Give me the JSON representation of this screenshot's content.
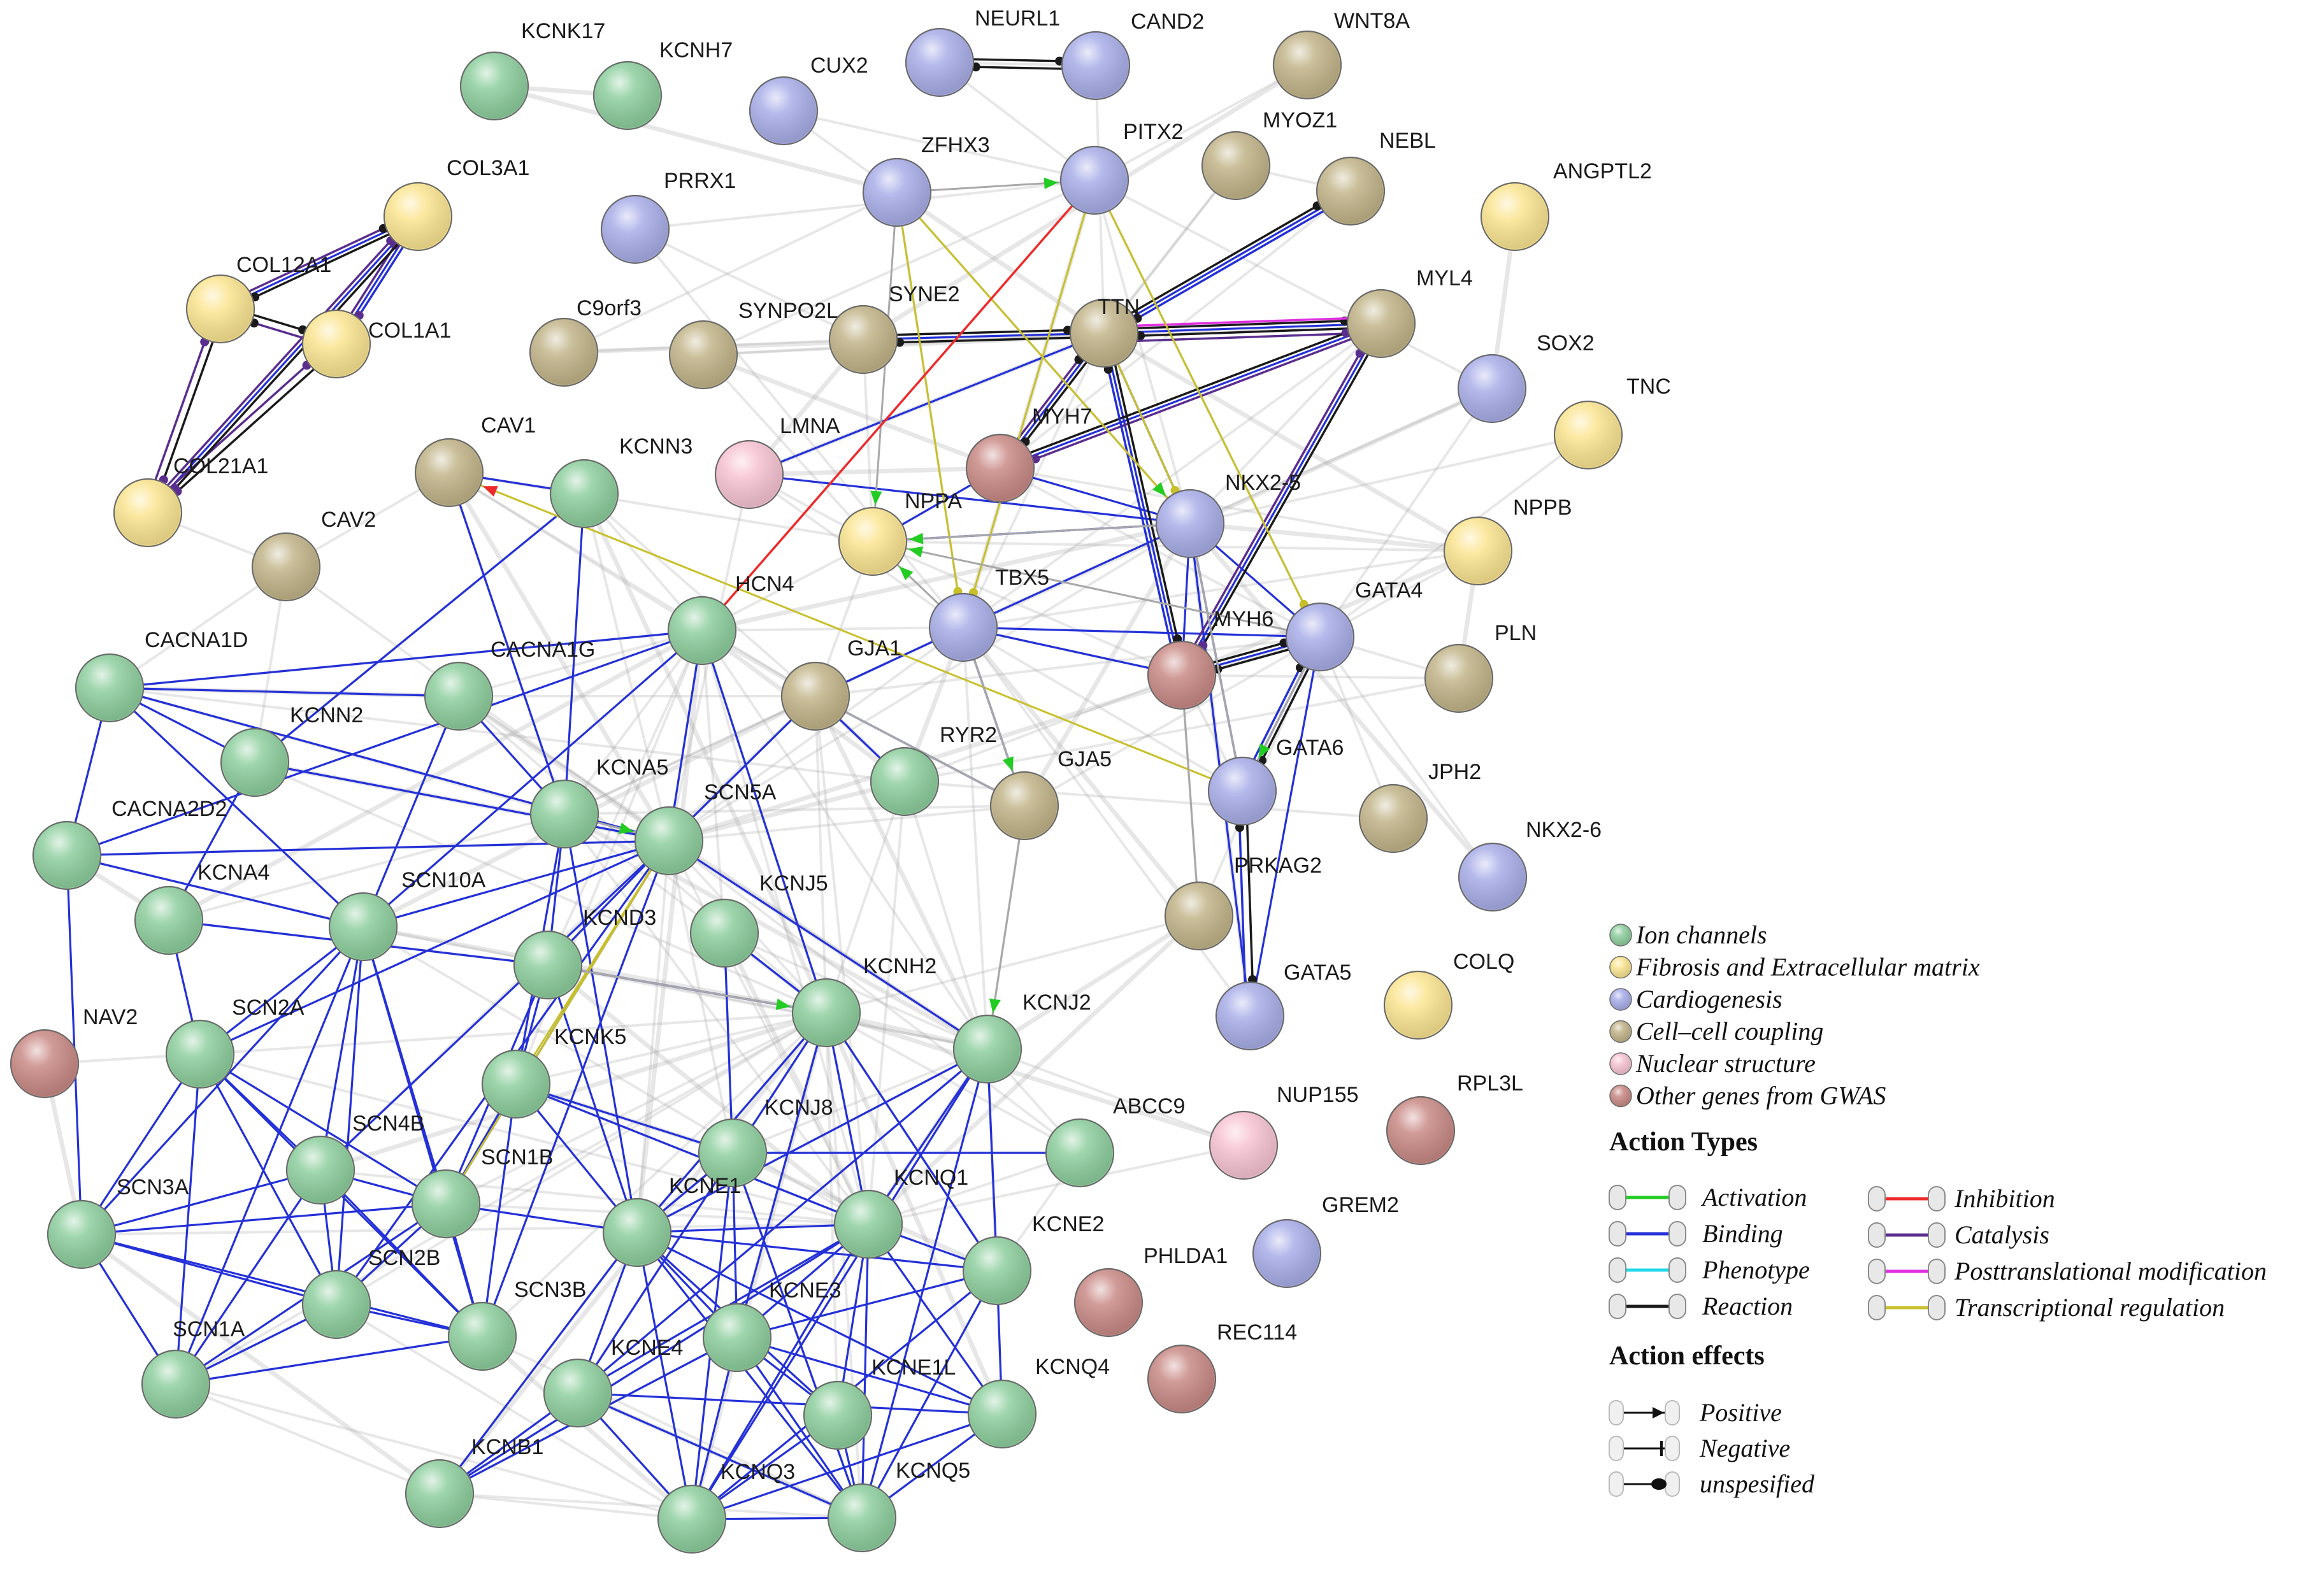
{
  "colors": {
    "ion": "#8fcf9f",
    "fibrosis": "#fbe592",
    "cardio": "#a9aee8",
    "coupling": "#c2b58a",
    "nuclear": "#f7c4d2",
    "other": "#c98a86",
    "binding": "#2430d8",
    "reaction": "#1a1a1a",
    "catalysis": "#5a2d8f",
    "inhibition": "#ee2a2a",
    "activation": "#22cc22",
    "phenotype": "#22d8e8",
    "ptm": "#e030e0",
    "transcription": "#c8c02a",
    "gray": "#a8a8a8"
  },
  "nodes": [
    {
      "id": "KCNK17",
      "cat": "ion"
    },
    {
      "id": "KCNH7",
      "cat": "ion"
    },
    {
      "id": "CUX2",
      "cat": "cardio"
    },
    {
      "id": "NEURL1",
      "cat": "cardio"
    },
    {
      "id": "CAND2",
      "cat": "cardio"
    },
    {
      "id": "WNT8A",
      "cat": "coupling"
    },
    {
      "id": "COL3A1",
      "cat": "fibrosis"
    },
    {
      "id": "COL12A1",
      "cat": "fibrosis"
    },
    {
      "id": "COL1A1",
      "cat": "fibrosis"
    },
    {
      "id": "COL21A1",
      "cat": "fibrosis"
    },
    {
      "id": "PRRX1",
      "cat": "cardio"
    },
    {
      "id": "ZFHX3",
      "cat": "cardio"
    },
    {
      "id": "PITX2",
      "cat": "cardio"
    },
    {
      "id": "MYOZ1",
      "cat": "coupling"
    },
    {
      "id": "NEBL",
      "cat": "coupling"
    },
    {
      "id": "ANGPTL2",
      "cat": "fibrosis"
    },
    {
      "id": "C9orf3",
      "cat": "coupling"
    },
    {
      "id": "SYNPO2L",
      "cat": "coupling"
    },
    {
      "id": "SYNE2",
      "cat": "coupling"
    },
    {
      "id": "TTN",
      "cat": "coupling"
    },
    {
      "id": "MYL4",
      "cat": "coupling"
    },
    {
      "id": "SOX2",
      "cat": "cardio"
    },
    {
      "id": "TNC",
      "cat": "fibrosis"
    },
    {
      "id": "CAV1",
      "cat": "coupling"
    },
    {
      "id": "KCNN3",
      "cat": "ion"
    },
    {
      "id": "LMNA",
      "cat": "nuclear"
    },
    {
      "id": "MYH7",
      "cat": "other"
    },
    {
      "id": "NPPA",
      "cat": "fibrosis"
    },
    {
      "id": "NKX2-5",
      "cat": "cardio"
    },
    {
      "id": "NPPB",
      "cat": "fibrosis"
    },
    {
      "id": "CAV2",
      "cat": "coupling"
    },
    {
      "id": "HCN4",
      "cat": "ion"
    },
    {
      "id": "TBX5",
      "cat": "cardio"
    },
    {
      "id": "MYH6",
      "cat": "other"
    },
    {
      "id": "GATA4",
      "cat": "cardio"
    },
    {
      "id": "PLN",
      "cat": "coupling"
    },
    {
      "id": "CACNA1D",
      "cat": "ion"
    },
    {
      "id": "CACNA1G",
      "cat": "ion"
    },
    {
      "id": "GJA1",
      "cat": "coupling"
    },
    {
      "id": "KCNN2",
      "cat": "ion"
    },
    {
      "id": "RYR2",
      "cat": "ion"
    },
    {
      "id": "GJA5",
      "cat": "coupling"
    },
    {
      "id": "GATA6",
      "cat": "cardio"
    },
    {
      "id": "JPH2",
      "cat": "coupling"
    },
    {
      "id": "CACNA2D2",
      "cat": "ion"
    },
    {
      "id": "KCNA5",
      "cat": "ion"
    },
    {
      "id": "SCN5A",
      "cat": "ion"
    },
    {
      "id": "NKX2-6",
      "cat": "cardio"
    },
    {
      "id": "KCNA4",
      "cat": "ion"
    },
    {
      "id": "SCN10A",
      "cat": "ion"
    },
    {
      "id": "KCNJ5",
      "cat": "ion"
    },
    {
      "id": "PRKAG2",
      "cat": "coupling"
    },
    {
      "id": "KCND3",
      "cat": "ion"
    },
    {
      "id": "COLQ",
      "cat": "fibrosis"
    },
    {
      "id": "GATA5",
      "cat": "cardio"
    },
    {
      "id": "KCNH2",
      "cat": "ion"
    },
    {
      "id": "NAV2",
      "cat": "other"
    },
    {
      "id": "SCN2A",
      "cat": "ion"
    },
    {
      "id": "KCNK5",
      "cat": "ion"
    },
    {
      "id": "KCNJ2",
      "cat": "ion"
    },
    {
      "id": "RPL3L",
      "cat": "other"
    },
    {
      "id": "NUP155",
      "cat": "nuclear"
    },
    {
      "id": "SCN4B",
      "cat": "ion"
    },
    {
      "id": "KCNJ8",
      "cat": "ion"
    },
    {
      "id": "ABCC9",
      "cat": "ion"
    },
    {
      "id": "SCN1B",
      "cat": "ion"
    },
    {
      "id": "SCN3A",
      "cat": "ion"
    },
    {
      "id": "KCNE1",
      "cat": "ion"
    },
    {
      "id": "KCNQ1",
      "cat": "ion"
    },
    {
      "id": "GREM2",
      "cat": "cardio"
    },
    {
      "id": "KCNE2",
      "cat": "ion"
    },
    {
      "id": "SCN2B",
      "cat": "ion"
    },
    {
      "id": "SCN3B",
      "cat": "ion"
    },
    {
      "id": "PHLDA1",
      "cat": "other"
    },
    {
      "id": "KCNE3",
      "cat": "ion"
    },
    {
      "id": "SCN1A",
      "cat": "ion"
    },
    {
      "id": "KCNE4",
      "cat": "ion"
    },
    {
      "id": "KCNE1L",
      "cat": "ion"
    },
    {
      "id": "REC114",
      "cat": "other"
    },
    {
      "id": "KCNQ4",
      "cat": "ion"
    },
    {
      "id": "KCNB1",
      "cat": "ion"
    },
    {
      "id": "KCNQ3",
      "cat": "ion"
    },
    {
      "id": "KCNQ5",
      "cat": "ion"
    }
  ],
  "legend": {
    "categories": [
      {
        "cat": "ion",
        "label": "Ion channels"
      },
      {
        "cat": "fibrosis",
        "label": "Fibrosis and Extracellular matrix"
      },
      {
        "cat": "cardio",
        "label": "Cardiogenesis"
      },
      {
        "cat": "coupling",
        "label": "Cell–cell coupling"
      },
      {
        "cat": "nuclear",
        "label": "Nuclear structure"
      },
      {
        "cat": "other",
        "label": "Other genes from GWAS"
      }
    ],
    "action_types_title": "Action Types",
    "action_types_left": [
      {
        "type": "activation",
        "label": "Activation"
      },
      {
        "type": "binding",
        "label": "Binding"
      },
      {
        "type": "phenotype",
        "label": "Phenotype"
      },
      {
        "type": "reaction",
        "label": "Reaction"
      }
    ],
    "action_types_right": [
      {
        "type": "inhibition",
        "label": "Inhibition"
      },
      {
        "type": "catalysis",
        "label": "Catalysis"
      },
      {
        "type": "ptm",
        "label": "Posttranslational modification"
      },
      {
        "type": "transcription",
        "label": "Transcriptional regulation"
      }
    ],
    "action_effects_title": "Action effects",
    "action_effects": [
      {
        "effect": "positive",
        "label": "Positive"
      },
      {
        "effect": "negative",
        "label": "Negative"
      },
      {
        "effect": "unspecified",
        "label": "unspesified"
      }
    ]
  }
}
